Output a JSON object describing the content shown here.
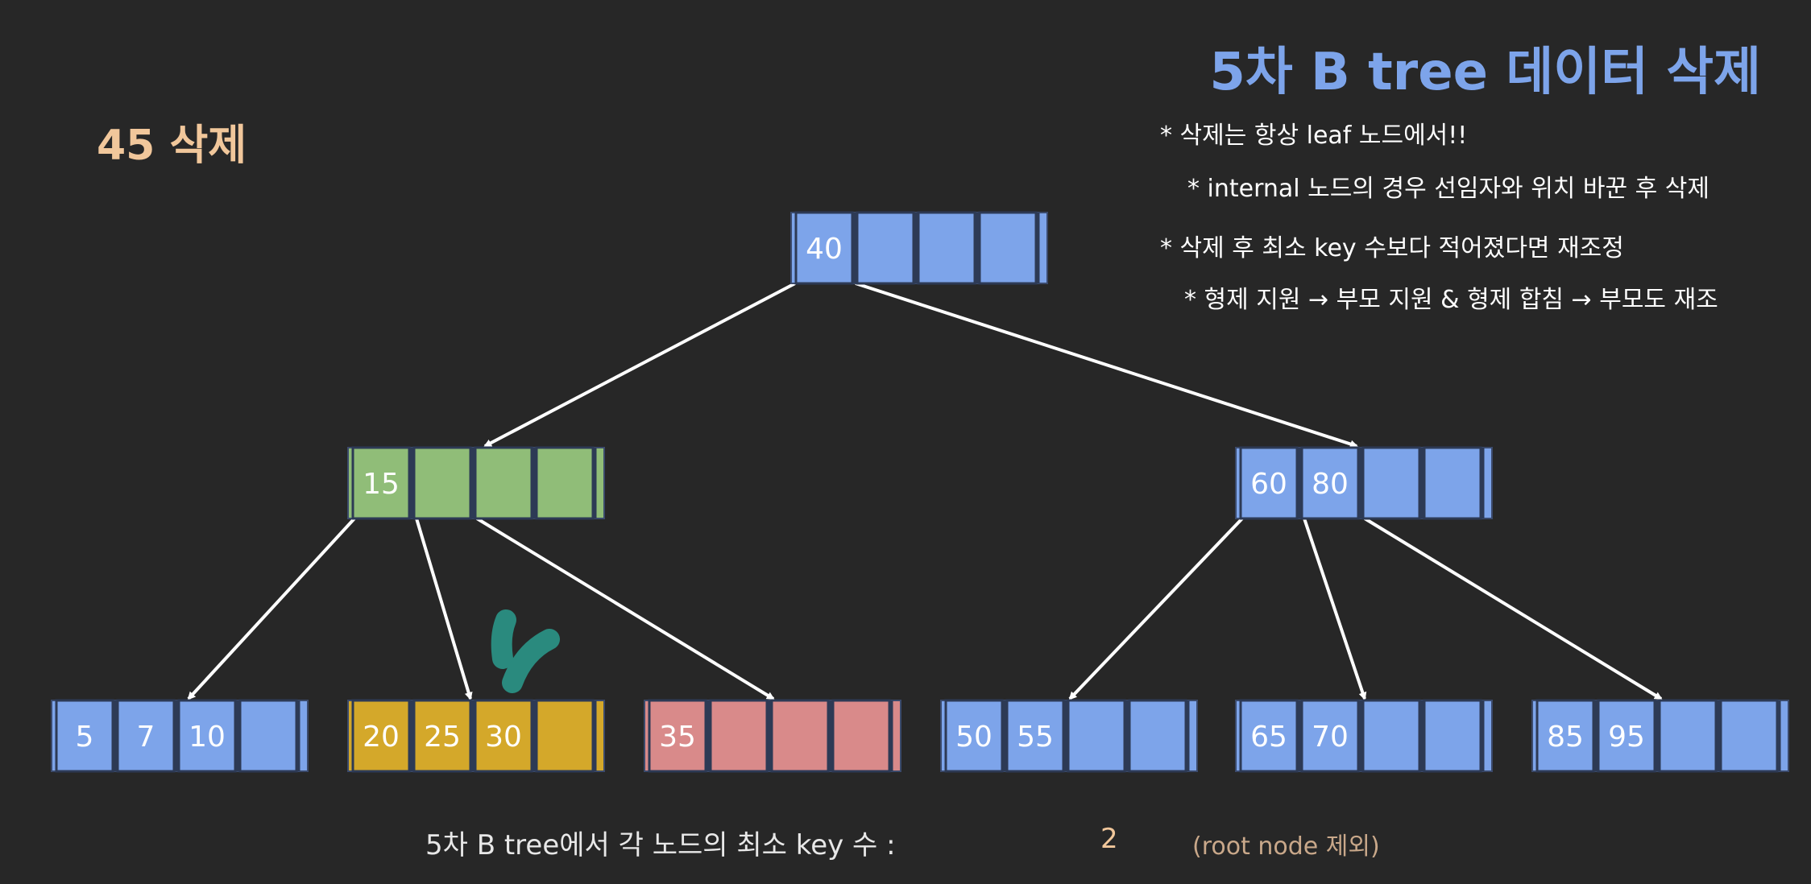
{
  "title": "5차 B tree 데이터 삭제",
  "operation": "45 삭제",
  "notes": [
    "* 삭제는 항상 leaf 노드에서!!",
    "* internal 노드의 경우 선임자와 위치 바꾼 후 삭제",
    "* 삭제 후 최소 key 수보다 적어졌다면 재조정",
    "* 형제 지원 → 부모 지원 & 형제 합침 → 부모도 재조"
  ],
  "footer": {
    "label": "5차 B tree에서 각 노드의 최소 key 수 :",
    "value": "2",
    "note": "(root node 제외)"
  },
  "colors": {
    "blue": "#7da4ea",
    "green": "#90bd78",
    "yellow": "#d4a82a",
    "pink": "#d98a8a",
    "edge": "#ffffff",
    "mark": "#2a8a7e"
  },
  "tree": {
    "root": {
      "keys": [
        "40"
      ],
      "color": "blue"
    },
    "internal": [
      {
        "keys": [
          "15"
        ],
        "color": "green"
      },
      {
        "keys": [
          "60",
          "80"
        ],
        "color": "blue"
      }
    ],
    "leaves": [
      {
        "keys": [
          "5",
          "7",
          "10"
        ],
        "color": "blue"
      },
      {
        "keys": [
          "20",
          "25",
          "30"
        ],
        "color": "yellow"
      },
      {
        "keys": [
          "35"
        ],
        "color": "pink"
      },
      {
        "keys": [
          "50",
          "55"
        ],
        "color": "blue"
      },
      {
        "keys": [
          "65",
          "70"
        ],
        "color": "blue"
      },
      {
        "keys": [
          "85",
          "95"
        ],
        "color": "blue"
      }
    ]
  },
  "annotation": {
    "icon": "checkmark-icon"
  }
}
